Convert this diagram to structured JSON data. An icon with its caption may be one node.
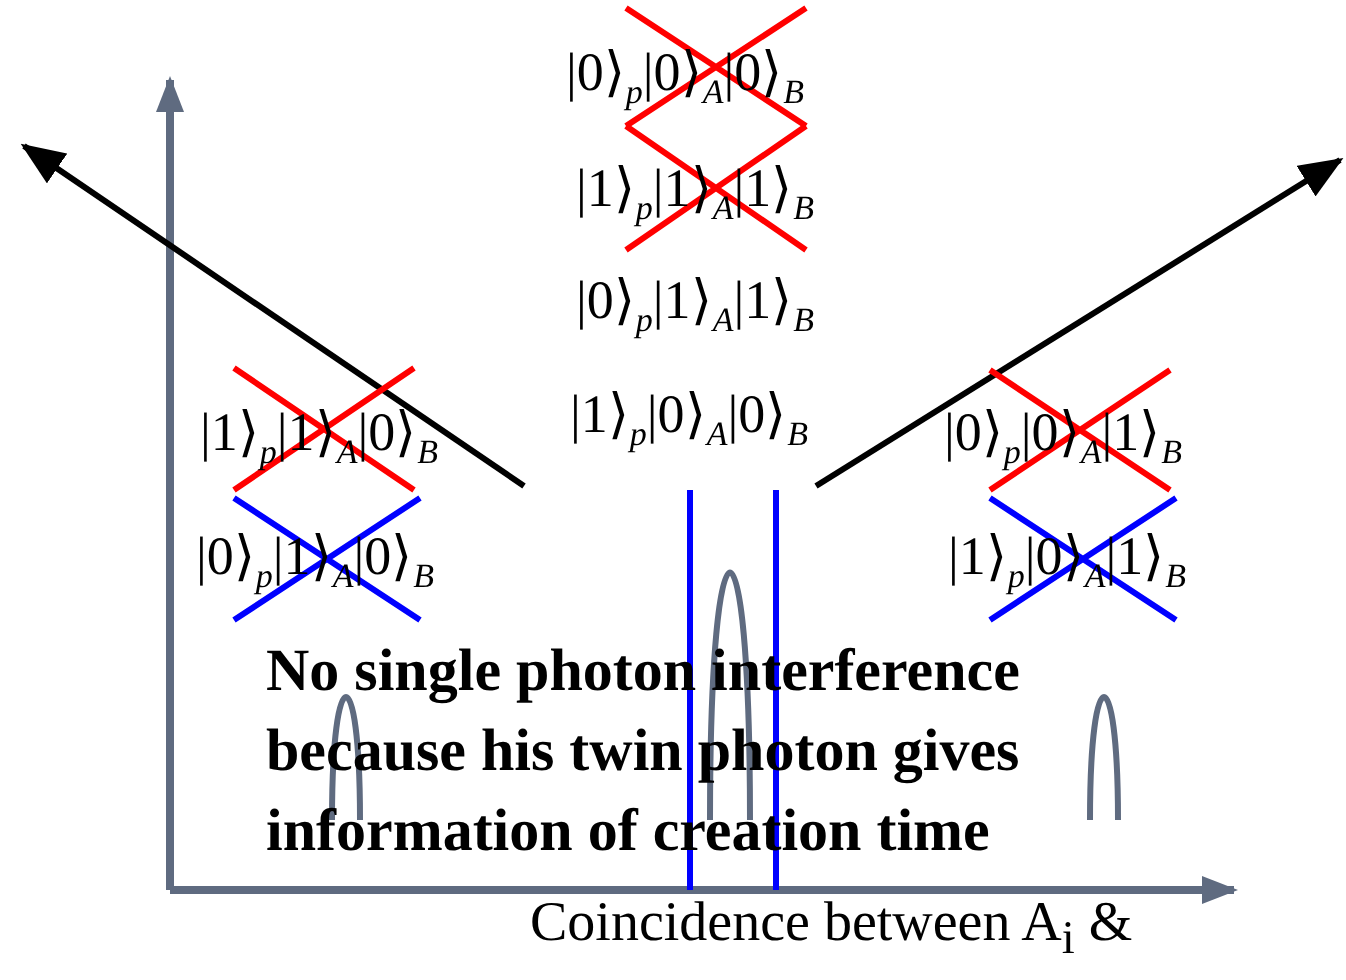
{
  "diagram": {
    "labels": [
      "|0⟩$_{p}$|0⟩$_{A}$|0⟩$_{B}$",
      "|1⟩$_{p}$|1⟩$_{A}$|1⟩$_{B}$",
      "|0⟩$_{p}$|1⟩$_{A}$|1⟩$_{B}$",
      "|1⟩$_{p}$|0⟩$_{A}$|0⟩$_{B}$",
      "|1⟩$_{p}$|1⟩$_{A}$|0⟩$_{B}$",
      "|0⟩$_{p}$|0⟩$_{A}$|1⟩$_{B}$",
      "|0⟩$_{p}$|1⟩$_{A}$|0⟩$_{B}$",
      "|1⟩$_{p}$|0⟩$_{A}$|1⟩$_{B}$",
      "No single photon interference because his twin photon gives information of creation time",
      "Coincidence between A$_{i}$ &"
    ]
  }
}
